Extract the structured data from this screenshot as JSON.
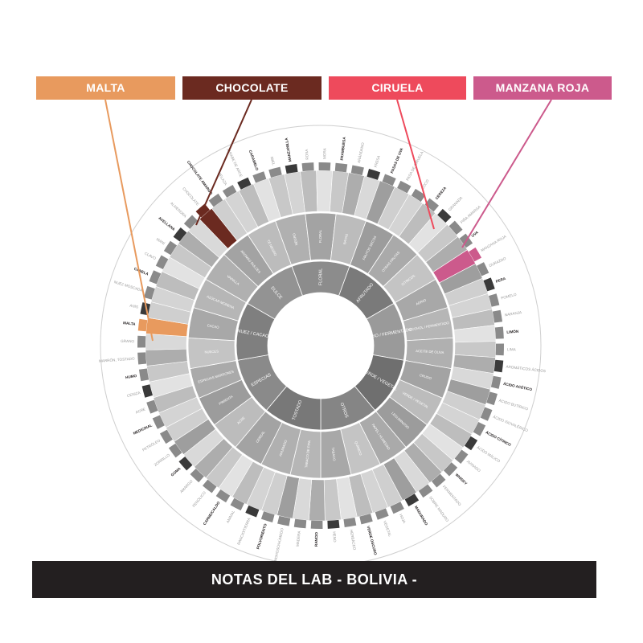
{
  "highlights": [
    {
      "label": "MALTA",
      "color": "#e89a5e"
    },
    {
      "label": "CHOCOLATE",
      "color": "#6b2a20"
    },
    {
      "label": "CIRUELA",
      "color": "#ee4a5c"
    },
    {
      "label": "MANZANA ROJA",
      "color": "#cc5a8c"
    }
  ],
  "footer": {
    "title": "NOTAS DEL LAB - BOLIVIA -"
  },
  "wheel": {
    "inner": [
      "FLORAL",
      "AFRUTADO",
      "AGRIO / FERMENTADO",
      "VERDE / VEGETAL",
      "OTROS",
      "TOSTADO",
      "ESPECIAS",
      "NUEZ / CACAO",
      "DULCE"
    ],
    "middle": [
      "NEGRO",
      "FLORAL",
      "BAYAS",
      "FRUTOS SECOS",
      "OTRAS FRUTAS",
      "CÍTRICOS",
      "AGRIO",
      "ALCOHOL / FERMENTADO",
      "ACEITE DE OLIVA",
      "CRUDO",
      "VERDE / VEGETAL",
      "LEGUMINOSO",
      "PAPEL / HUMEDAD",
      "QUÍMICO",
      "TABACO",
      "TABACO DE PIPA",
      "AHUMADO",
      "CEREAL",
      "ACRE",
      "PIMIENTA",
      "ESPECIAS MARRONES",
      "NUECES",
      "CACAO",
      "AZÚCAR MORENA",
      "VAINILLA",
      "AROMAS DULCES",
      "TÉ NEGRO"
    ],
    "outer": [
      "MANZANILLA",
      "ROSA",
      "MORA",
      "FRAMBUESA",
      "ARÁNDANO",
      "FRESA",
      "PASAS DE UVA",
      "PASA DE CIRUELA",
      "COCO",
      "CEREZA",
      "GRANADA",
      "PIÑA AMARGA",
      "UVA",
      "MANZANA ROJA",
      "DURAZNO",
      "PERA",
      "POMELO",
      "NARANJA",
      "LIMÓN",
      "LIMA",
      "AROMÁTICOS ÁCIDOS",
      "ÁCIDO ACÉTICO",
      "ÁCIDO BUTÍRICO",
      "ÁCIDO ISOVALÉRICO",
      "ÁCIDO CÍTRICO",
      "ÁCIDO MÁLICO",
      "AVINADO",
      "WHISKY",
      "FERMENTADO",
      "SOBRE MADURO",
      "MADURADO",
      "HOJA",
      "VEGETAL",
      "VERDE OSCURO",
      "HERBÁCEO",
      "HENO",
      "RANCIO",
      "MADERA",
      "MOHOSO/HÚMEDO",
      "POLVORIENTO",
      "RANCIO/TIERRA",
      "ANIMAL",
      "CARNE/CALDO",
      "FENÓLICO",
      "AMARGO",
      "GOMA",
      "ZORRILLO",
      "PETRÓLEO",
      "MEDICINAL",
      "ACRE",
      "CENIZA",
      "HUMO",
      "MARRÓN, TOSTADO",
      "GRANO",
      "MALTA",
      "ANÍS",
      "NUEZ MOSCADA",
      "CANELA",
      "CLAVO",
      "MANÍ",
      "AVELLANA",
      "ALMENDRA",
      "CHOCOLATE",
      "CHOCOLATE AMARGO",
      "MELAZA",
      "JARABE DE ARCE",
      "CARAMELO",
      "MIEL"
    ]
  }
}
